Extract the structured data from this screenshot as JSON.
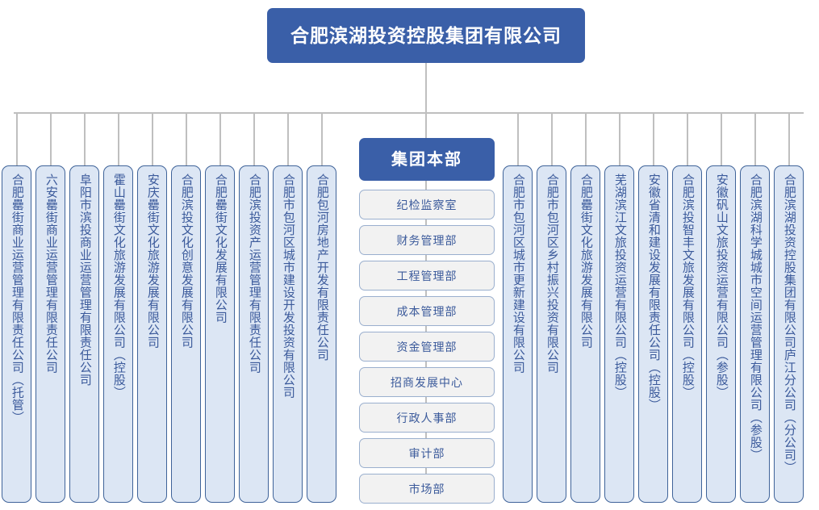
{
  "chart_title": "合肥滨湖投资控股集团有限公司",
  "colors": {
    "header_blue": "#3A5FA8",
    "box_fill": "#DCE6F4",
    "box_border": "#3F6399",
    "dept_fill": "#F2F2F2",
    "dept_border": "#9AAFCE",
    "text_blue": "#3B5A9B",
    "connector": "#BFBFBF",
    "background": "#FFFFFF"
  },
  "root": {
    "label": "合肥滨湖投资控股集团有限公司"
  },
  "headquarters": {
    "label": "集团本部",
    "departments": [
      {
        "label": "纪检监察室"
      },
      {
        "label": "财务管理部"
      },
      {
        "label": "工程管理部"
      },
      {
        "label": "成本管理部"
      },
      {
        "label": "资金管理部"
      },
      {
        "label": "招商发展中心"
      },
      {
        "label": "行政人事部"
      },
      {
        "label": "审计部"
      },
      {
        "label": "市场部"
      }
    ]
  },
  "subsidiaries_left": [
    {
      "label": "合肥罍街商业运营管理有限责任公司（托管）"
    },
    {
      "label": "六安罍街商业运营管理有限责任公司"
    },
    {
      "label": "阜阳市滨投商业运营管理有限责任公司"
    },
    {
      "label": "霍山罍街文化旅游发展有限公司（控股）"
    },
    {
      "label": "安庆罍街文化旅游发展有限公司"
    },
    {
      "label": "合肥滨投文化创意发展有限公司"
    },
    {
      "label": "合肥罍街文化发展有限公司"
    },
    {
      "label": "合肥滨投资产运营管理有限责任公司"
    },
    {
      "label": "合肥市包河区城市建设开发投资有限公司"
    },
    {
      "label": "合肥包河房地产开发有限责任公司"
    }
  ],
  "subsidiaries_right": [
    {
      "label": "合肥市包河区城市更新建设有限公司"
    },
    {
      "label": "合肥市包河区乡村振兴投资有限公司"
    },
    {
      "label": "合肥罍街文化旅游发展有限公司"
    },
    {
      "label": "芜湖滨江文旅投资运营有限公司（控股）"
    },
    {
      "label": "安徽省清和建设发展有限责任公司（控股）"
    },
    {
      "label": "合肥滨投智丰文旅发展有限公司（控股）"
    },
    {
      "label": "安徽矾山文旅投资运营有限公司（参股）"
    },
    {
      "label": "合肥滨湖科学城城市空间运营管理有限公司（参股）"
    },
    {
      "label": "合肥滨湖投资控股集团有限公司庐江分公司（分公司）"
    }
  ]
}
